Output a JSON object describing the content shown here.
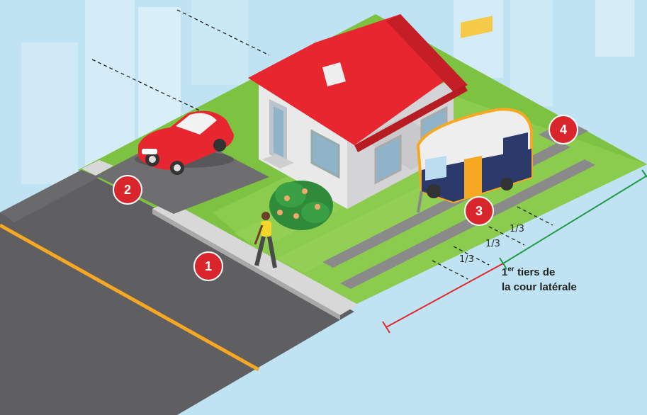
{
  "colors": {
    "sky": "#bfe3f3",
    "lawn": "#7ec242",
    "lawn_light": "#9bd35d",
    "road": "#5f5f61",
    "driveway": "#6e6e70",
    "roof": "#e8262f",
    "road_line": "#f7a823",
    "marker": "#d9262c",
    "measure_red": "#e2262c",
    "measure_green": "#1e9a46"
  },
  "markers": [
    {
      "id": "1",
      "label": "1",
      "refers_to": "sidewalk"
    },
    {
      "id": "2",
      "label": "2",
      "refers_to": "driveway"
    },
    {
      "id": "3",
      "label": "3",
      "refers_to": "trailer"
    },
    {
      "id": "4",
      "label": "4",
      "refers_to": "rear yard"
    }
  ],
  "thirds": {
    "label_1": "1/3",
    "label_2": "1/3",
    "label_3": "1/3"
  },
  "caption": {
    "line1_number": "1",
    "line1_superscript": "er",
    "line1_rest": " tiers de",
    "line2": "la cour latérale"
  },
  "icons": {
    "car": "red-sports-car",
    "house": "house-icon",
    "trailer": "camper-trailer",
    "person": "walking-person",
    "shrub": "flowering-shrub"
  }
}
